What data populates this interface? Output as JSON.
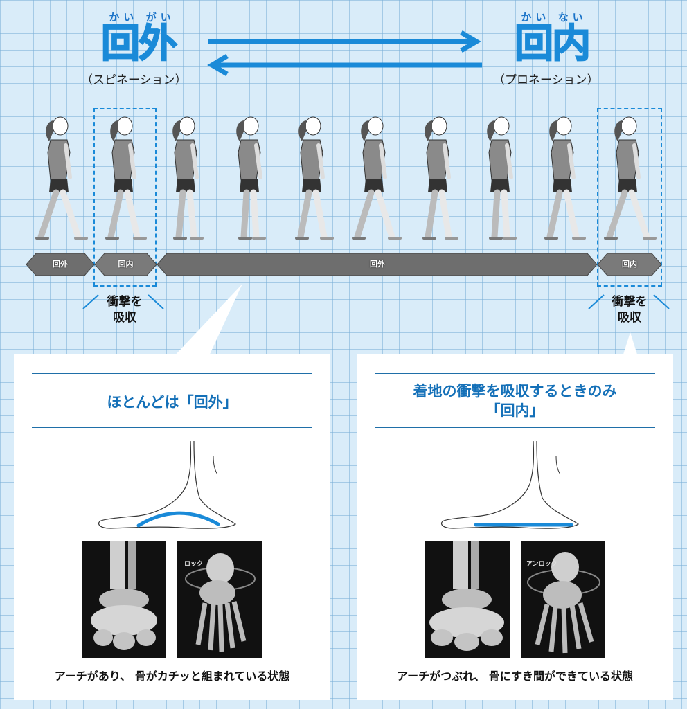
{
  "header": {
    "left": {
      "ruby": "かい がい",
      "title": "回外",
      "subtitle": "（スピネーション）"
    },
    "right": {
      "ruby": "かい ない",
      "title": "回内",
      "subtitle": "（プロネーション）"
    }
  },
  "colors": {
    "accent": "#1a8ad8",
    "title_blue": "#1470b8",
    "bar_gray": "#6e6e6e",
    "grid_bg": "#d9ecf9"
  },
  "gait_bar": {
    "segments": [
      {
        "label": "回外"
      },
      {
        "label": "回内"
      },
      {
        "label": "回外"
      },
      {
        "label": "回内"
      }
    ]
  },
  "impact_notes": {
    "left": "衝撃を\n吸収",
    "right": "衝撃を\n吸収"
  },
  "panels": {
    "left": {
      "title": "ほとんどは「回外」",
      "lock_label": "ロック",
      "caption": "アーチがあり、 骨がカチッと組まれている状態"
    },
    "right": {
      "title": "着地の衝撃を吸収するときのみ\n「回内」",
      "lock_label": "アンロック",
      "caption": "アーチがつぶれ、 骨にすき間ができている状態"
    }
  }
}
